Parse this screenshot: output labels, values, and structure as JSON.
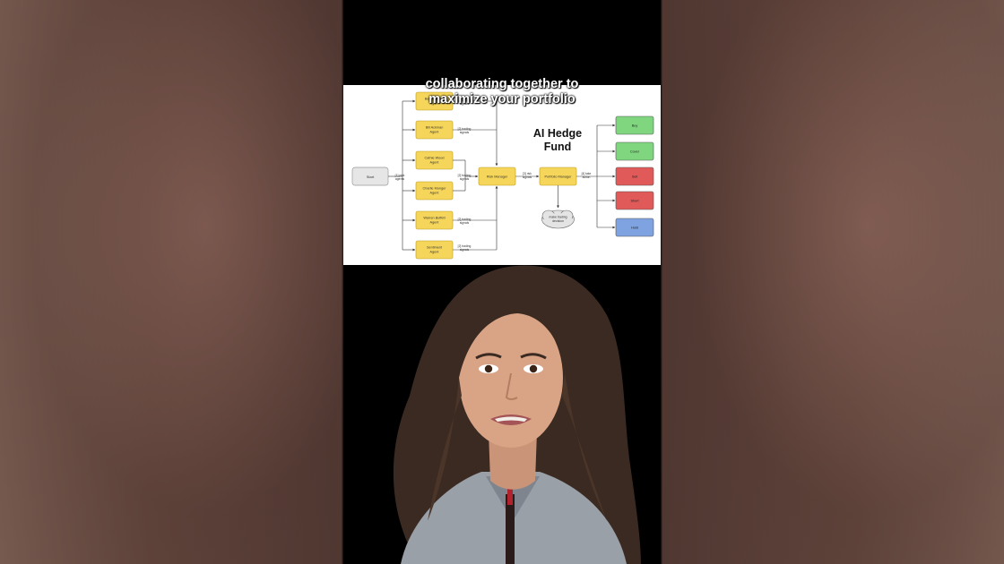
{
  "caption": {
    "line1": "collaborating together to",
    "line2": "maximize your portfolio"
  },
  "diagram": {
    "title_line1": "AI Hedge",
    "title_line2": "Fund",
    "start": "Start",
    "start_edge_l1": "[1] pick",
    "start_edge_l2": "agents",
    "agents": [
      {
        "l1": "Ben Graham",
        "l2": "Agent",
        "e1": "[2] trading",
        "e2": "signals"
      },
      {
        "l1": "Bill Ackman",
        "l2": "Agent",
        "e1": "[2] trading",
        "e2": "signals"
      },
      {
        "l1": "Cathie Wood",
        "l2": "Agent",
        "e1": "",
        "e2": ""
      },
      {
        "l1": "Charlie Munger",
        "l2": "Agent",
        "e1": "",
        "e2": ""
      },
      {
        "l1": "Warren Buffett",
        "l2": "Agent",
        "e1": "[2] trading",
        "e2": "signals"
      },
      {
        "l1": "Sentiment",
        "l2": "Agent",
        "e1": "[2] trading",
        "e2": "signals"
      }
    ],
    "mid_edge_l1": "[2] trading",
    "mid_edge_l2": "signals",
    "risk_manager": "Risk Manager",
    "risk_edge_l1": "[3] risk",
    "risk_edge_l2": "signals",
    "portfolio_manager": "Portfolio Manager",
    "pm_edge_l1": "[4] take",
    "pm_edge_l2": "action",
    "cloud_l1": "make trading",
    "cloud_l2": "decision",
    "actions": [
      {
        "label": "Buy",
        "color": "#7fd67f"
      },
      {
        "label": "Cover",
        "color": "#7fd67f"
      },
      {
        "label": "Sell",
        "color": "#e05a5a"
      },
      {
        "label": "Short",
        "color": "#e05a5a"
      },
      {
        "label": "Hold",
        "color": "#7fa3e0"
      }
    ],
    "agent_color": "#f6d65a",
    "start_color": "#e6e6e6"
  }
}
